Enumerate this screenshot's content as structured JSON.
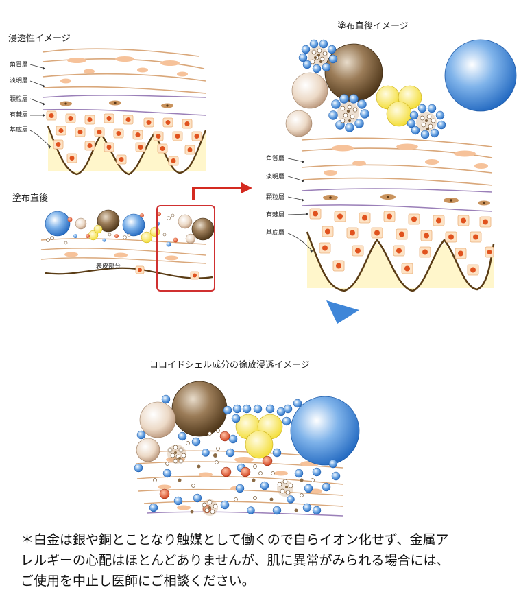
{
  "top_left": {
    "title": "浸透性イメージ",
    "layers": [
      "角質層",
      "淡明層",
      "顆粒層",
      "有棘層",
      "基底層"
    ]
  },
  "left_middle": {
    "title": "塗布直後",
    "section_label": "表皮部分"
  },
  "right_panel": {
    "title": "塗布直後イメージ",
    "layers": [
      "角質層",
      "淡明層",
      "顆粒層",
      "有棘層",
      "基底層"
    ]
  },
  "bottom_panel": {
    "title": "コロイドシェル成分の徐放浸透イメージ"
  },
  "colors": {
    "epidermis_line": "#d9a77a",
    "granular_line": "#9a7fb8",
    "basal_line": "#5a3c15",
    "cell_orange": "#f0a86a",
    "nucleus": "#e0521e",
    "highlight_box": "#d03030",
    "arrow_red": "#d42a20",
    "arrow_blue": "#3f86d8",
    "particle_blue": "#3a86d6",
    "particle_brown": "#7a5c3a",
    "particle_yellow": "#f6e34a",
    "particle_beige": "#e8d2bc"
  },
  "note": {
    "lines": [
      "＊白金は銀や銅とことなり触媒として働くので自らイオン化せず、金属ア",
      "レルギーの心配はほとんどありませんが、肌に異常がみられる場合には、",
      "ご使用を中止し医師にご相談ください。"
    ]
  }
}
